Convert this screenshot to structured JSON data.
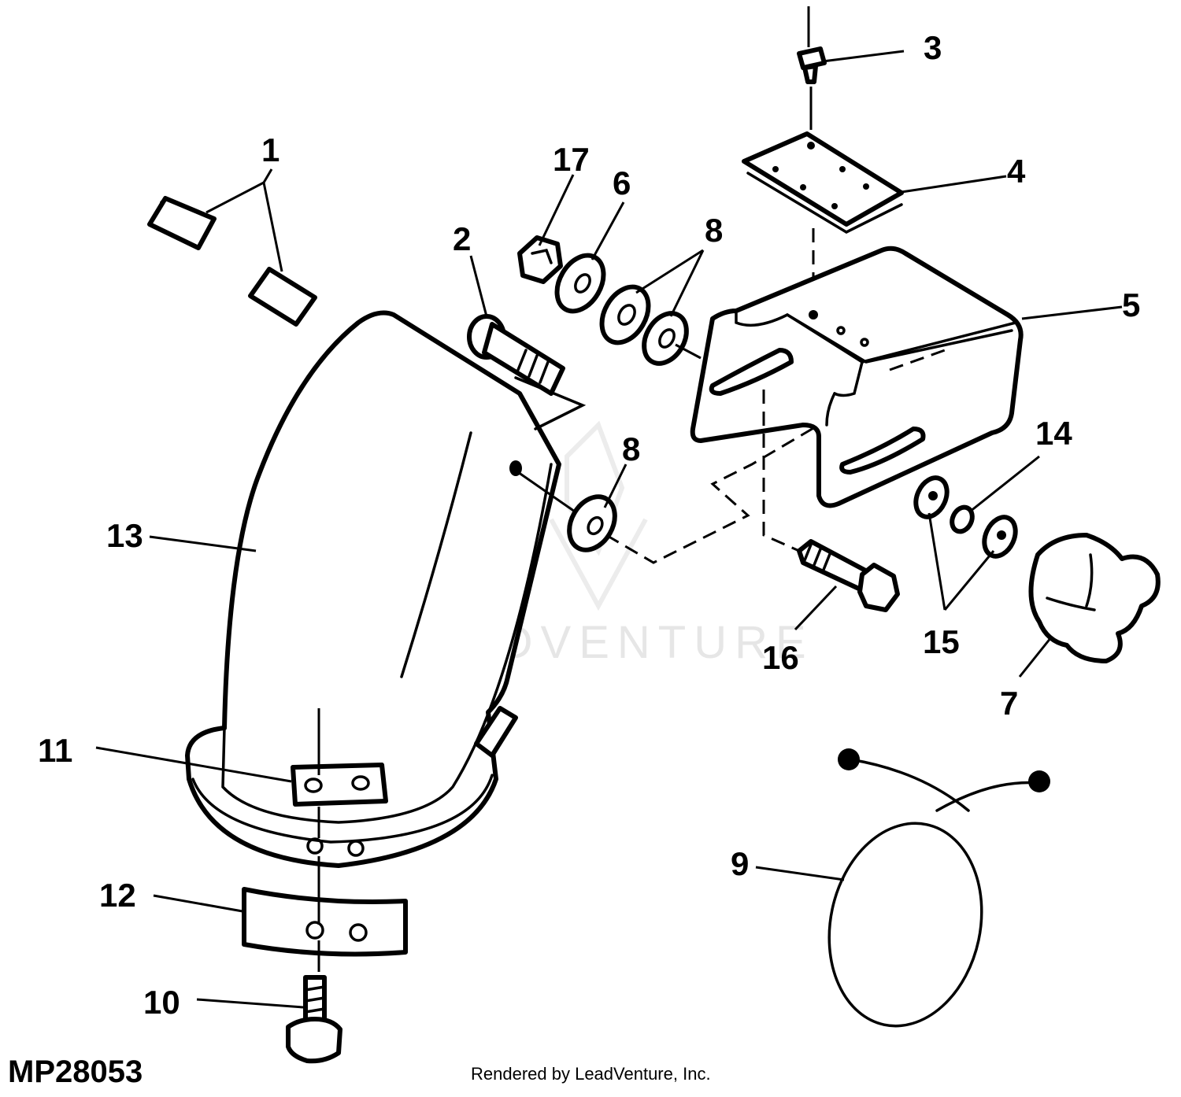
{
  "diagram_code": "MP28053",
  "credit": "Rendered by LeadVenture, Inc.",
  "watermark": "LEADVENTURE",
  "callouts": {
    "c1": "1",
    "c2": "2",
    "c3": "3",
    "c4": "4",
    "c5": "5",
    "c6": "6",
    "c7": "7",
    "c8a": "8",
    "c8b": "8",
    "c9": "9",
    "c10": "10",
    "c11": "11",
    "c12": "12",
    "c13": "13",
    "c14": "14",
    "c15": "15",
    "c16": "16",
    "c17": "17"
  }
}
